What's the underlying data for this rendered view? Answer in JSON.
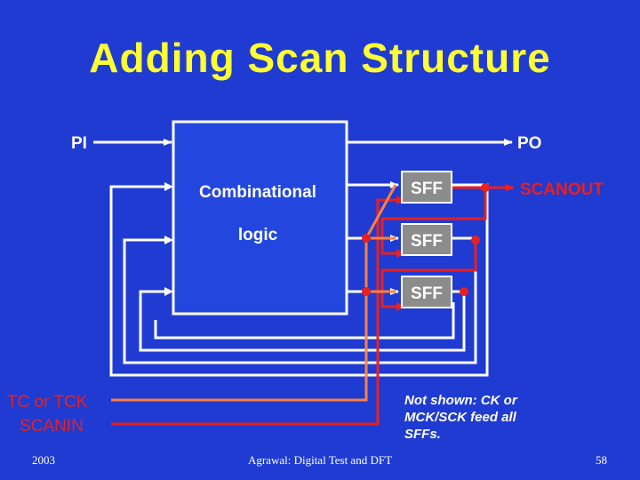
{
  "slide": {
    "title": "Adding Scan Structure"
  },
  "diagram": {
    "pi_label": "PI",
    "po_label": "PO",
    "block_line1": "Combinational",
    "block_line2": "logic",
    "sff_labels": [
      "SFF",
      "SFF",
      "SFF"
    ],
    "scanout_label": "SCANOUT",
    "tc_label": "TC or TCK",
    "scanin_label": "SCANIN",
    "note_lines": [
      "Not shown: CK or",
      "MCK/SCK feed all",
      "SFFs."
    ]
  },
  "footer": {
    "year": "2003",
    "author": "Agrawal: Digital Test and DFT",
    "page": "58"
  },
  "colors": {
    "background": "#1f3bd1",
    "title": "#ffff33",
    "wire": "#ffffff",
    "scan_chain": "#e82020",
    "test_control": "#ff8040",
    "sff_fill": "#8c8c8c",
    "block_fill": "#2347de"
  }
}
